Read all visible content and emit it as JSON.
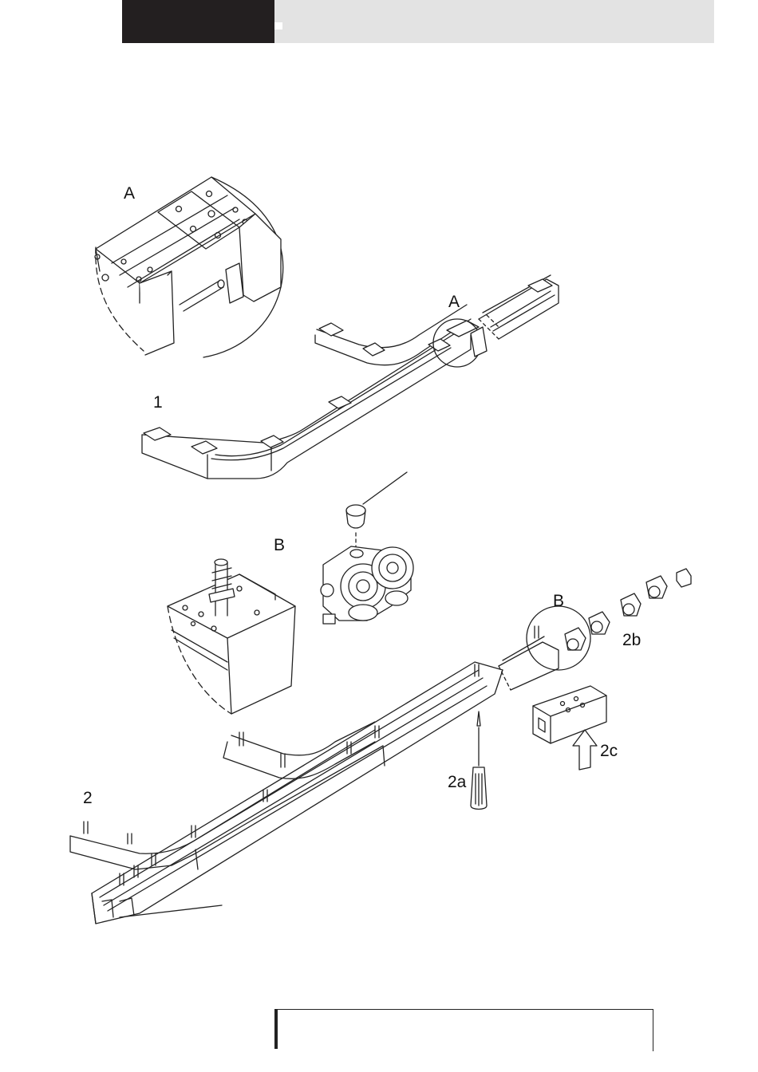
{
  "header": {
    "dark_block": "",
    "light_block": ""
  },
  "labels": {
    "detail_a": "A",
    "callout_a": "A",
    "step_1": "1",
    "detail_b": "B",
    "callout_b": "B",
    "step_2": "2",
    "step_2a": "2a",
    "step_2b": "2b",
    "step_2c": "2c"
  },
  "footer": {
    "text": ""
  }
}
